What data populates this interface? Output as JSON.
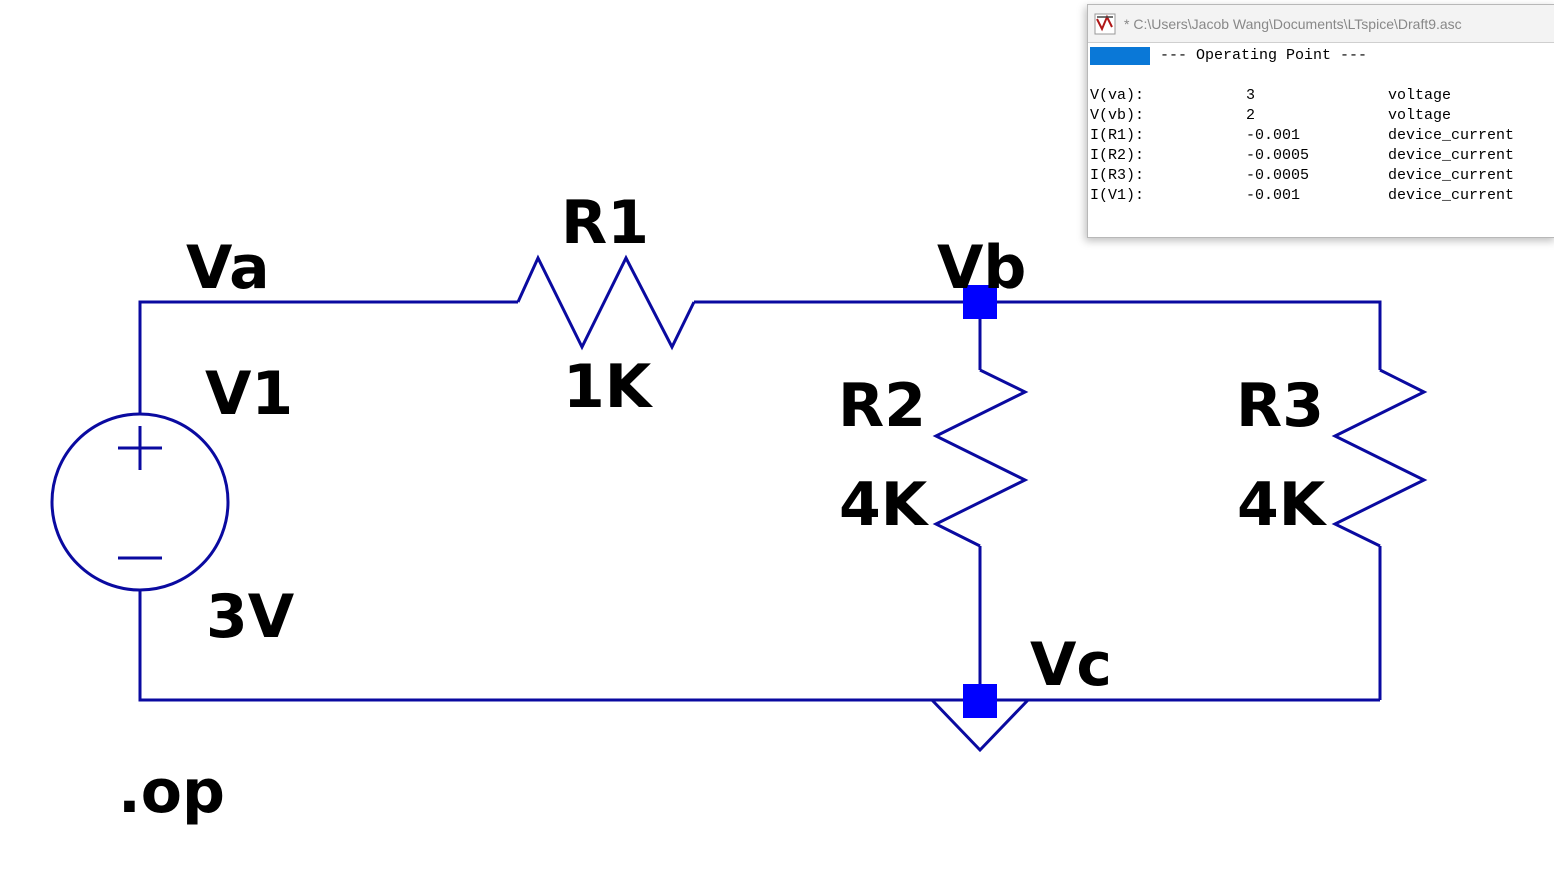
{
  "window": {
    "title": "* C:\\Users\\Jacob Wang\\Documents\\LTspice\\Draft9.asc",
    "header": "--- Operating Point ---",
    "rows": [
      {
        "name": "V(va):",
        "value": "3",
        "kind": "voltage"
      },
      {
        "name": "V(vb):",
        "value": "2",
        "kind": "voltage"
      },
      {
        "name": "I(R1):",
        "value": "-0.001",
        "kind": "device_current"
      },
      {
        "name": "I(R2):",
        "value": "-0.0005",
        "kind": "device_current"
      },
      {
        "name": "I(R3):",
        "value": "-0.0005",
        "kind": "device_current"
      },
      {
        "name": "I(V1):",
        "value": "-0.001",
        "kind": "device_current"
      }
    ]
  },
  "schematic": {
    "wire_color": "#0a0aa0",
    "node_color": "#0000ff",
    "labels": {
      "va": "Va",
      "vb": "Vb",
      "vc": "Vc",
      "r1_name": "R1",
      "r1_value": "1K",
      "r2_name": "R2",
      "r2_value": "4K",
      "r3_name": "R3",
      "r3_value": "4K",
      "v1_name": "V1",
      "v1_value": "3V",
      "directive": ".op"
    }
  }
}
